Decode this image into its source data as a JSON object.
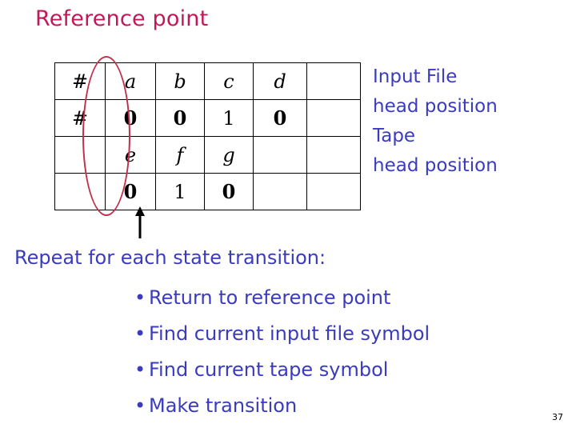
{
  "slide": {
    "title": "Reference point",
    "page_number": "37",
    "table": {
      "rows": [
        [
          "#",
          "a",
          "b",
          "c",
          "d",
          ""
        ],
        [
          "#",
          "0",
          "0",
          "1",
          "0",
          ""
        ],
        [
          "",
          "e",
          "f",
          "g",
          "",
          ""
        ],
        [
          "",
          "0",
          "1",
          "0",
          "",
          ""
        ]
      ],
      "row_styles": [
        [
          "plain",
          "italic",
          "italic",
          "italic",
          "italic",
          "plain"
        ],
        [
          "plain",
          "bold",
          "bold",
          "plain",
          "bold",
          "plain"
        ],
        [
          "plain",
          "italic",
          "italic",
          "italic",
          "plain",
          "plain"
        ],
        [
          "plain",
          "bold",
          "plain",
          "bold",
          "plain",
          "plain"
        ]
      ]
    },
    "labels": [
      "Input File",
      "head position",
      "Tape",
      "head position"
    ],
    "repeat_line": "Repeat for each state transition:",
    "bullets": [
      "Return to reference point",
      "Find current input file symbol",
      "Find current tape symbol",
      "Make transition"
    ],
    "bullet_marker": "•",
    "colors": {
      "title": "#c2185b",
      "body": "#3b3bbf",
      "ellipse": "#c0304a",
      "arrow": "#000000",
      "grid_line": "#000000"
    }
  }
}
